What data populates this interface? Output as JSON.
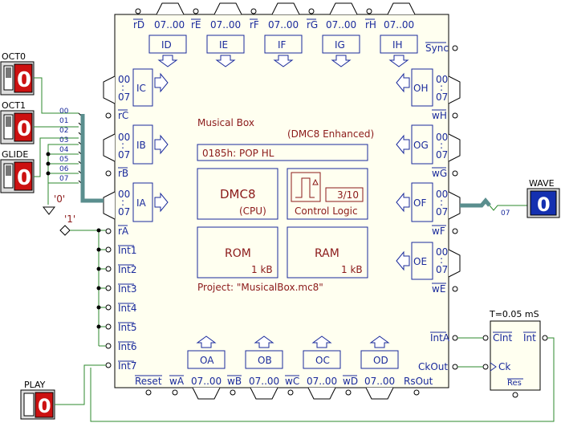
{
  "title": "Musical Box",
  "subtitle": "(DMC8 Enhanced)",
  "instruction": "0185h:  POP  HL",
  "cpu": {
    "name": "DMC8",
    "sub": "(CPU)"
  },
  "control": {
    "label": "Control Logic",
    "value": "3/10"
  },
  "rom": {
    "name": "ROM",
    "size": "1 kB"
  },
  "ram": {
    "name": "RAM",
    "size": "1 kB"
  },
  "project": "Project: \"MusicalBox.mc8\"",
  "top_ports": [
    {
      "box": "ID",
      "sig": "rD",
      "range": "07..00"
    },
    {
      "box": "IE",
      "sig": "rE",
      "range": "07..00"
    },
    {
      "box": "IF",
      "sig": "rF",
      "range": "07..00"
    },
    {
      "box": "IG",
      "sig": "rG",
      "range": "07..00"
    },
    {
      "box": "IH",
      "sig": "rH",
      "range": "07..00"
    }
  ],
  "sync": "Sync",
  "left_ports": [
    {
      "box": "IC",
      "sig": "rC",
      "top": "00",
      "dots": ":",
      "bottom": "07"
    },
    {
      "box": "IB",
      "sig": "rB",
      "top": "00",
      "dots": ":",
      "bottom": "07"
    },
    {
      "box": "IA",
      "sig": "rA",
      "top": "00",
      "dots": ":",
      "bottom": "07"
    }
  ],
  "right_ports": [
    {
      "box": "OH",
      "sig": "wH",
      "top": "00",
      "dots": ":",
      "bottom": "07"
    },
    {
      "box": "OG",
      "sig": "wG",
      "top": "00",
      "dots": ":",
      "bottom": "07"
    },
    {
      "box": "OF",
      "sig": "wF",
      "top": "00",
      "dots": ":",
      "bottom": "07"
    },
    {
      "box": "OE",
      "sig": "wE",
      "top": "00",
      "dots": ":",
      "bottom": "07"
    }
  ],
  "ints": [
    "Int1",
    "Int2",
    "Int3",
    "Int4",
    "Int5",
    "Int6",
    "Int7"
  ],
  "bottom_ports": [
    {
      "box": "OA",
      "sig": "wA",
      "range": "07..00"
    },
    {
      "box": "OB",
      "sig": "wB",
      "range": "07..00"
    },
    {
      "box": "OC",
      "sig": "wC",
      "range": "07..00"
    },
    {
      "box": "OD",
      "sig": "wD",
      "range": "07..00"
    }
  ],
  "reset": "Reset",
  "rsout": "RsOut",
  "intA": "IntA",
  "ckout": "CkOut",
  "switches": [
    "OCT0",
    "OCT1",
    "GLIDE"
  ],
  "switch_value": "0",
  "bus_bits": [
    "00",
    "01",
    "02",
    "03",
    "04",
    "05",
    "06",
    "07"
  ],
  "const_zero": "'0'",
  "const_one": "'1'",
  "wave": {
    "label": "WAVE",
    "value": "0",
    "bus": "07"
  },
  "play": {
    "label": "PLAY",
    "value": "0"
  },
  "timer": {
    "label": "T=0.05 mS",
    "cint": "CInt",
    "int": "Int",
    "ck": "Ck",
    "res": "Res"
  }
}
